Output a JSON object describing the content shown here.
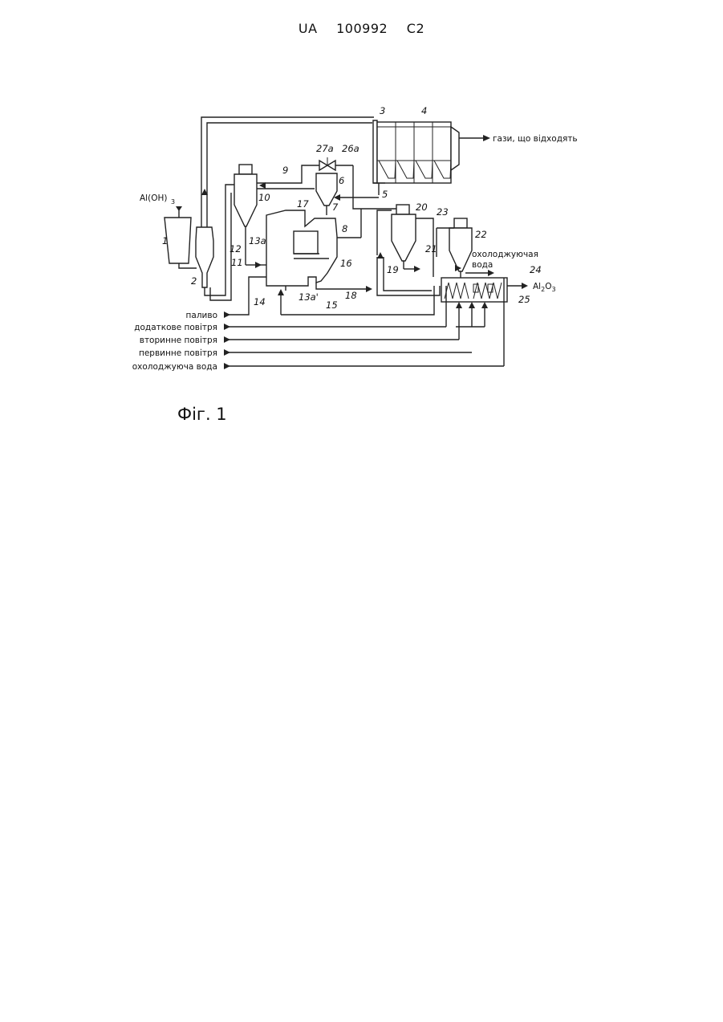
{
  "header": {
    "office": "UA",
    "number": "100992",
    "kind": "C2"
  },
  "figure": {
    "caption": "Фіг. 1"
  },
  "labels": {
    "feed": "Al(OH)",
    "feed_sub": "3",
    "product": "Al",
    "product_sub1": "2",
    "product_o": "O",
    "product_sub2": "3",
    "exhaust": "гази, що відходять",
    "cooling_water_right_1": "охолоджуючая",
    "cooling_water_right_2": "вода",
    "fuel": "паливо",
    "additional_air": "додаткове повітря",
    "secondary_air": "вторинне повітря",
    "primary_air": "первинне повітря",
    "cooling_water": "охолоджуюча вода"
  },
  "numbers": {
    "n1": "1",
    "n2": "2",
    "n3": "3",
    "n4": "4",
    "n5": "5",
    "n6": "6",
    "n7": "7",
    "n8": "8",
    "n9": "9",
    "n10": "10",
    "n11": "11",
    "n12": "12",
    "n13a": "13a",
    "n13a2": "13a'",
    "n14": "14",
    "n15": "15",
    "n16": "16",
    "n17": "17",
    "n18": "18",
    "n19": "19",
    "n20": "20",
    "n21": "21",
    "n22": "22",
    "n23": "23",
    "n24": "24",
    "n25": "25",
    "n26a": "26a",
    "n27a": "27a"
  }
}
